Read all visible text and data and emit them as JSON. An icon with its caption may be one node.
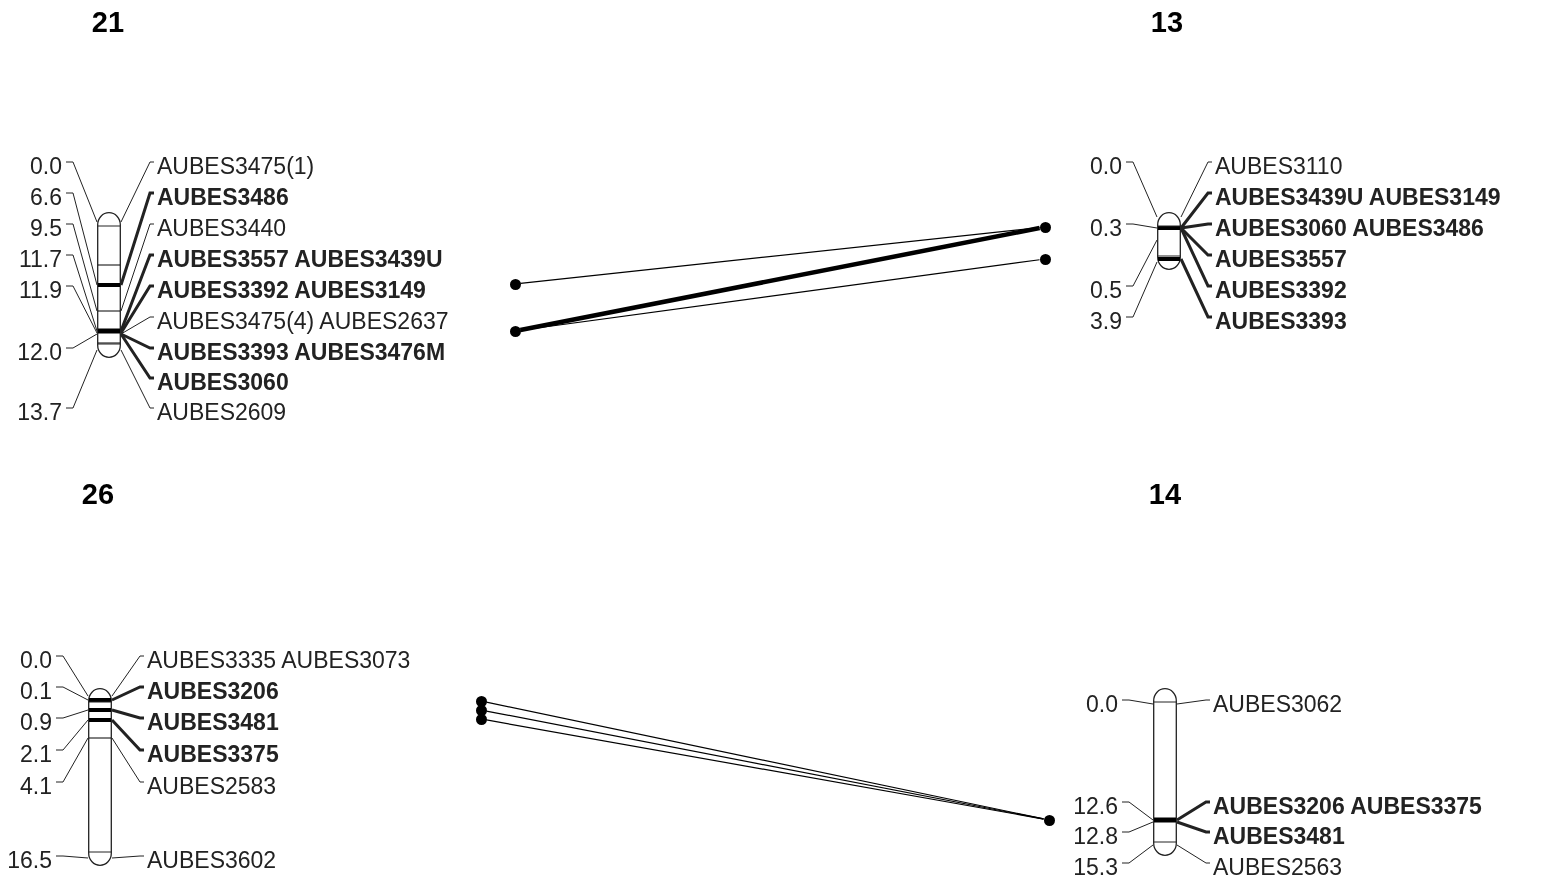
{
  "diagram": {
    "nodes": [
      {
        "text": [],
        "shape": "bar",
        "beside": [
          "0.0",
          "6.6",
          "9.5",
          "11.7",
          "11.9",
          "12.0",
          "13.7",
          "AUBES3475(1)",
          "AUBES3486",
          "AUBES3440",
          "AUBES3557 AUBES3439U",
          "AUBES3392 AUBES3149",
          "AUBES3475(4) AUBES2637",
          "**AUBES3393** AUBES3476M",
          "AUBES3060",
          "AUBES2609"
        ]
      },
      {
        "text": [],
        "shape": "bar",
        "beside": [
          "0.0",
          "0.3",
          "0.5",
          "3.9",
          "AUBES3110",
          "AUBES3439U AUBES3149",
          "AUBES3060 AUBES3486",
          "AUBES3557",
          "AUBES3392",
          "AUBES3393"
        ]
      },
      {
        "text": [],
        "shape": "circle"
      },
      {
        "text": [],
        "shape": "circle"
      },
      {
        "text": [],
        "shape": "circle"
      },
      {
        "text": [],
        "shape": "circle"
      },
      {
        "text": [],
        "shape": "bar",
        "beside": [
          "0.0",
          "0.1",
          "0.9",
          "2.1",
          "4.1",
          "16.5",
          "AUBES3335 AUBES3073",
          "AUBES3206",
          "AUBES3481",
          "AUBES3375",
          "AUBES2583",
          "AUBES3602"
        ]
      },
      {
        "text": [],
        "shape": "bar",
        "beside": [
          "0.0",
          "12.6",
          "12.8",
          "15.3",
          "AUBES3062",
          "AUBES3206 AUBES3375",
          "AUBES3481",
          "AUBES2563"
        ]
      },
      {
        "text": [],
        "shape": "circle"
      },
      {
        "text": [],
        "shape": "circle"
      },
      {
        "text": [],
        "shape": "circle"
      },
      {
        "text": [],
        "shape": "circle"
      }
    ],
    "edges": [
      {
        "from": 2,
        "to": 4,
        "arrow": "none"
      },
      {
        "from": 3,
        "to": 4,
        "arrow": "none",
        "style": "thick"
      },
      {
        "from": 3,
        "to": 5,
        "arrow": "none"
      },
      {
        "from": 8,
        "to": 11,
        "arrow": "none"
      },
      {
        "from": 9,
        "to": 11,
        "arrow": "none"
      },
      {
        "from": 10,
        "to": 11,
        "arrow": "none"
      }
    ],
    "labels": [
      "21",
      "13",
      "26",
      "14"
    ]
  }
}
